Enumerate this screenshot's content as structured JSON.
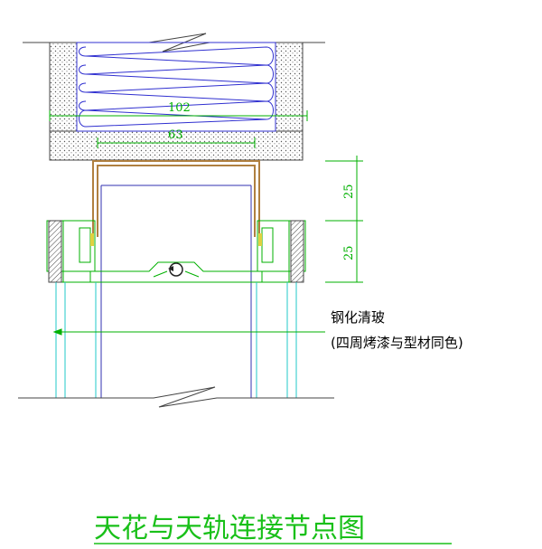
{
  "drawing": {
    "title": "天花与天轨连接节点图",
    "dimensions": {
      "width_top": "102",
      "width_channel": "63",
      "height_upper": "25",
      "height_lower": "25"
    },
    "note": {
      "line1": "钢化清玻",
      "line2": "(四周烤漆与型材同色)"
    },
    "colors": {
      "line": "#3030b0",
      "dimension": "#00b000",
      "glass": "#20c8c8",
      "channel": "#b08040",
      "title": "#19c019",
      "insulation": "#3030d0"
    }
  }
}
